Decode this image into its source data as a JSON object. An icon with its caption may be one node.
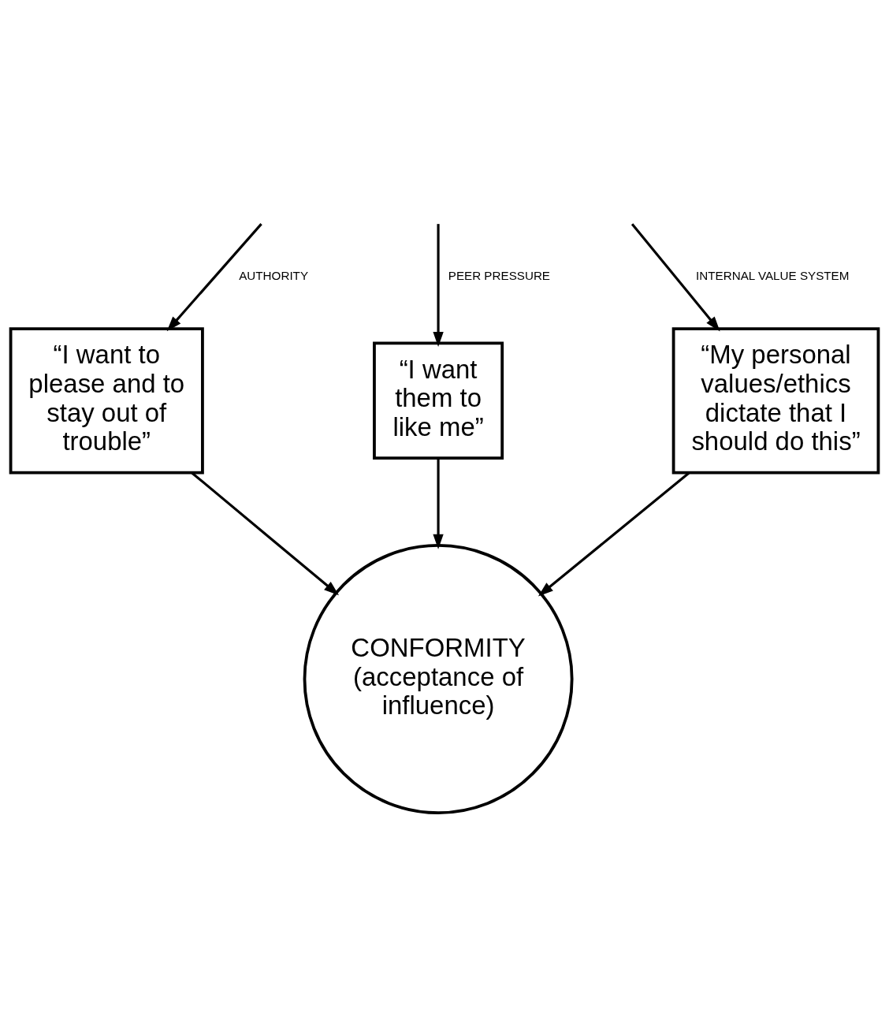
{
  "diagram": {
    "nodes": [
      {
        "text": [
          "“I want to please and to stay out of trouble”"
        ]
      },
      {
        "text": [
          "“I want them to like me”"
        ]
      },
      {
        "text": [
          "“My personal values/ethics dictate that I should do this”"
        ]
      },
      {
        "text": [
          "CONFORMITY",
          "(acceptance of influence)"
        ]
      }
    ],
    "edges": [
      {
        "from": null,
        "to": 0,
        "label": "AUTHORITY",
        "arrow": "to"
      },
      {
        "from": null,
        "to": 1,
        "label": "PEER PRESSURE",
        "arrow": "to"
      },
      {
        "from": null,
        "to": 2,
        "label": "INTERNAL VALUE SYSTEM",
        "arrow": "to"
      },
      {
        "from": 0,
        "to": 3,
        "arrow": "to"
      },
      {
        "from": 1,
        "to": 3,
        "arrow": "to"
      },
      {
        "from": 2,
        "to": 3,
        "arrow": "to"
      }
    ]
  }
}
